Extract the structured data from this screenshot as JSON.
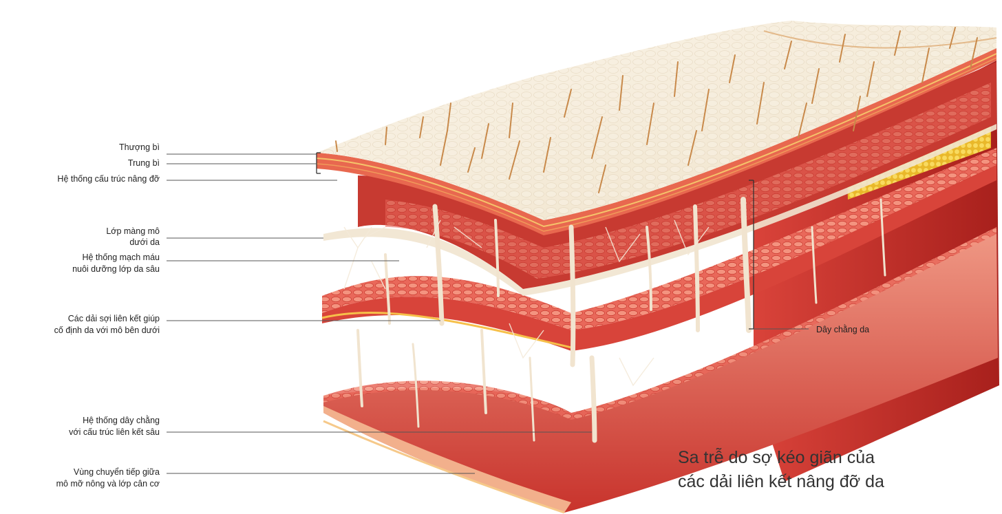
{
  "labels": {
    "epidermis": "Thượng bì",
    "dermis": "Trung bì",
    "support_structure": "Hệ thống cấu trúc nâng đỡ",
    "subcutaneous_membrane_l1": "Lớp màng mô",
    "subcutaneous_membrane_l2": "dưới da",
    "vascular_l1": "Hệ thống mạch máu",
    "vascular_l2": "nuôi dưỡng lớp da sâu",
    "fibrous_bands_l1": "Các dải sợi liên kết giúp",
    "fibrous_bands_l2": "cố định da với mô bên dưới",
    "ligament_system_l1": "Hệ thống dây chằng",
    "ligament_system_l2": "với cấu trúc liên kết sâu",
    "transition_l1": "Vùng chuyển tiếp giữa",
    "transition_l2": "mô mỡ nông và lớp cân cơ",
    "skin_ligament": "Dây chằng da"
  },
  "caption": {
    "line1": "Sa trễ do sợ kéo giãn của",
    "line2": "các dải liên kết nâng đỡ da"
  },
  "colors": {
    "skin_surface": "#f3ead8",
    "tissue_red": "#d9433a",
    "tissue_light": "#ef8a78",
    "fat_yellow": "#f2c437",
    "fibers": "#f1e4cf",
    "leader_line": "#555555"
  }
}
